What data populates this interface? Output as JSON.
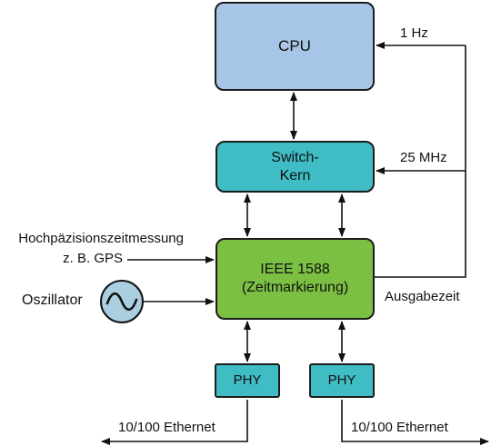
{
  "blocks": {
    "cpu": "CPU",
    "switch_line1": "Switch-",
    "switch_line2": "Kern",
    "ieee_line1": "IEEE 1588",
    "ieee_line2": "(Zeitmarkierung)",
    "phy1": "PHY",
    "phy2": "PHY"
  },
  "labels": {
    "one_hz": "1 Hz",
    "mhz": "25 MHz",
    "hp_line1": "Hochpäzisionszeitmessung",
    "hp_line2": "z. B. GPS",
    "oszillator": "Oszillator",
    "ausgabezeit": "Ausgabezeit",
    "eth_left": "10/100 Ethernet",
    "eth_right": "10/100 Ethernet"
  },
  "colors": {
    "cpu": "#a7c5e6",
    "switch": "#3fbcc4",
    "ieee": "#7bc043",
    "phy": "#3fbcc4",
    "oscillator": "#a9cfe0"
  },
  "icons": {
    "oscillator": "sine-wave-icon"
  }
}
